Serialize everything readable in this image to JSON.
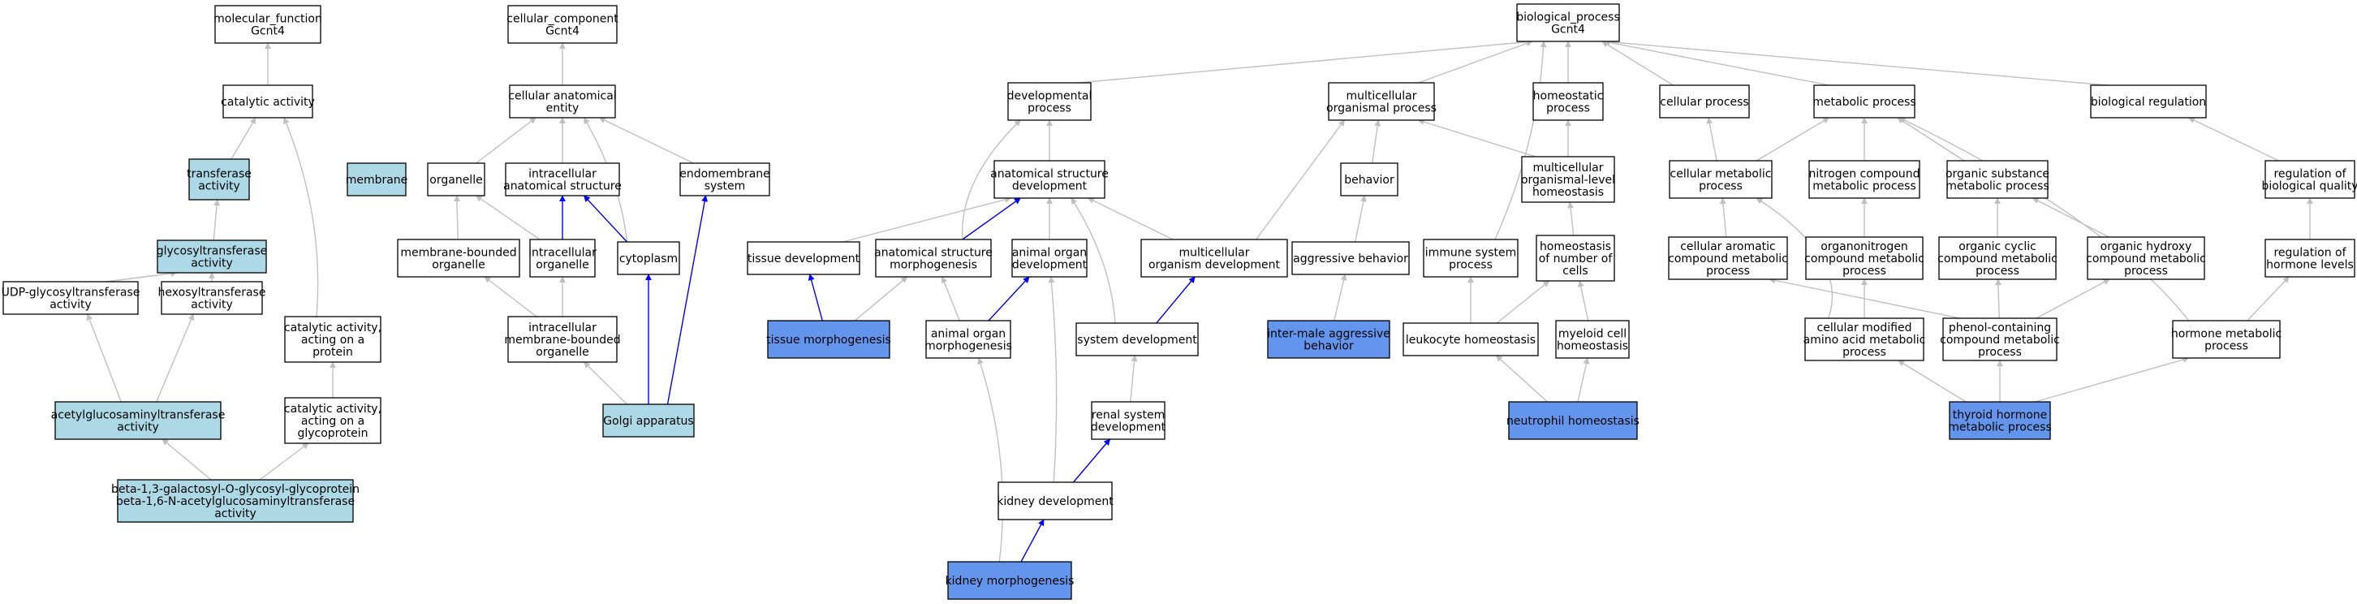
{
  "colors": {
    "plain": "#ffffff",
    "light": "#add8e6",
    "dark": "#6495ed",
    "edge_gray": "#c0c0c0",
    "edge_blue": "#0000ff"
  },
  "nodes": [
    {
      "id": "mf",
      "label": [
        "molecular_function",
        "Gcnt4"
      ],
      "fill": "plain"
    },
    {
      "id": "catact",
      "label": [
        "catalytic activity"
      ],
      "fill": "plain"
    },
    {
      "id": "transf",
      "label": [
        "transferase",
        "activity"
      ],
      "fill": "light"
    },
    {
      "id": "glyco",
      "label": [
        "glycosyltransferase",
        "activity"
      ],
      "fill": "light"
    },
    {
      "id": "udp",
      "label": [
        "UDP-glycosyltransferase",
        "activity"
      ],
      "fill": "plain"
    },
    {
      "id": "hexo",
      "label": [
        "hexosyltransferase",
        "activity"
      ],
      "fill": "plain"
    },
    {
      "id": "acetyl",
      "label": [
        "acetylglucosaminyltransferase",
        "activity"
      ],
      "fill": "light"
    },
    {
      "id": "catprot",
      "label": [
        "catalytic activity,",
        "acting on a",
        "protein"
      ],
      "fill": "plain"
    },
    {
      "id": "catglyco",
      "label": [
        "catalytic activity,",
        "acting on a",
        "glycoprotein"
      ],
      "fill": "plain"
    },
    {
      "id": "beta",
      "label": [
        "beta-1,3-galactosyl-O-glycosyl-glycoprotein",
        "beta-1,6-N-acetylglucosaminyltransferase",
        "activity"
      ],
      "fill": "light"
    },
    {
      "id": "cc",
      "label": [
        "cellular_component",
        "Gcnt4"
      ],
      "fill": "plain"
    },
    {
      "id": "cae",
      "label": [
        "cellular anatomical",
        "entity"
      ],
      "fill": "plain"
    },
    {
      "id": "membrane",
      "label": [
        "membrane"
      ],
      "fill": "light"
    },
    {
      "id": "organelle",
      "label": [
        "organelle"
      ],
      "fill": "plain"
    },
    {
      "id": "ias",
      "label": [
        "intracellular",
        "anatomical structure"
      ],
      "fill": "plain"
    },
    {
      "id": "endomem",
      "label": [
        "endomembrane",
        "system"
      ],
      "fill": "plain"
    },
    {
      "id": "mbo",
      "label": [
        "membrane-bounded",
        "organelle"
      ],
      "fill": "plain"
    },
    {
      "id": "io",
      "label": [
        "intracellular",
        "organelle"
      ],
      "fill": "plain"
    },
    {
      "id": "cyto",
      "label": [
        "cytoplasm"
      ],
      "fill": "plain"
    },
    {
      "id": "imbo",
      "label": [
        "intracellular",
        "membrane-bounded",
        "organelle"
      ],
      "fill": "plain"
    },
    {
      "id": "golgi",
      "label": [
        "Golgi apparatus"
      ],
      "fill": "light"
    },
    {
      "id": "bp",
      "label": [
        "biological_process",
        "Gcnt4"
      ],
      "fill": "plain"
    },
    {
      "id": "devproc",
      "label": [
        "developmental",
        "process"
      ],
      "fill": "plain"
    },
    {
      "id": "mop",
      "label": [
        "multicellular",
        "organismal process"
      ],
      "fill": "plain"
    },
    {
      "id": "homeo",
      "label": [
        "homeostatic",
        "process"
      ],
      "fill": "plain"
    },
    {
      "id": "cellproc",
      "label": [
        "cellular process"
      ],
      "fill": "plain"
    },
    {
      "id": "metab",
      "label": [
        "metabolic process"
      ],
      "fill": "plain"
    },
    {
      "id": "bioreg",
      "label": [
        "biological regulation"
      ],
      "fill": "plain"
    },
    {
      "id": "asd",
      "label": [
        "anatomical structure",
        "development"
      ],
      "fill": "plain"
    },
    {
      "id": "behavior",
      "label": [
        "behavior"
      ],
      "fill": "plain"
    },
    {
      "id": "molh",
      "label": [
        "multicellular",
        "organismal-level",
        "homeostasis"
      ],
      "fill": "plain"
    },
    {
      "id": "cmp",
      "label": [
        "cellular metabolic",
        "process"
      ],
      "fill": "plain"
    },
    {
      "id": "ncmp",
      "label": [
        "nitrogen compound",
        "metabolic process"
      ],
      "fill": "plain"
    },
    {
      "id": "osmp",
      "label": [
        "organic substance",
        "metabolic process"
      ],
      "fill": "plain"
    },
    {
      "id": "rbq",
      "label": [
        "regulation of",
        "biological quality"
      ],
      "fill": "plain"
    },
    {
      "id": "tissdev",
      "label": [
        "tissue development"
      ],
      "fill": "plain"
    },
    {
      "id": "asm",
      "label": [
        "anatomical structure",
        "morphogenesis"
      ],
      "fill": "plain"
    },
    {
      "id": "aod",
      "label": [
        "animal organ",
        "development"
      ],
      "fill": "plain"
    },
    {
      "id": "mod",
      "label": [
        "multicellular",
        "organism development"
      ],
      "fill": "plain"
    },
    {
      "id": "aggr",
      "label": [
        "aggressive behavior"
      ],
      "fill": "plain"
    },
    {
      "id": "immune",
      "label": [
        "immune system",
        "process"
      ],
      "fill": "plain"
    },
    {
      "id": "hnoc",
      "label": [
        "homeostasis",
        "of number of",
        "cells"
      ],
      "fill": "plain"
    },
    {
      "id": "cacmp",
      "label": [
        "cellular aromatic",
        "compound metabolic",
        "process"
      ],
      "fill": "plain"
    },
    {
      "id": "oncmp",
      "label": [
        "organonitrogen",
        "compound metabolic",
        "process"
      ],
      "fill": "plain"
    },
    {
      "id": "occmp",
      "label": [
        "organic cyclic",
        "compound metabolic",
        "process"
      ],
      "fill": "plain"
    },
    {
      "id": "ohcmp",
      "label": [
        "organic hydroxy",
        "compound metabolic",
        "process"
      ],
      "fill": "plain"
    },
    {
      "id": "rhl",
      "label": [
        "regulation of",
        "hormone levels"
      ],
      "fill": "plain"
    },
    {
      "id": "tissmorph",
      "label": [
        "tissue morphogenesis"
      ],
      "fill": "dark"
    },
    {
      "id": "aom",
      "label": [
        "animal organ",
        "morphogenesis"
      ],
      "fill": "plain"
    },
    {
      "id": "sysdev",
      "label": [
        "system development"
      ],
      "fill": "plain"
    },
    {
      "id": "ima",
      "label": [
        "inter-male aggressive",
        "behavior"
      ],
      "fill": "dark"
    },
    {
      "id": "leuk",
      "label": [
        "leukocyte homeostasis"
      ],
      "fill": "plain"
    },
    {
      "id": "myeloid",
      "label": [
        "myeloid cell",
        "homeostasis"
      ],
      "fill": "plain"
    },
    {
      "id": "cmaamp",
      "label": [
        "cellular modified",
        "amino acid metabolic",
        "process"
      ],
      "fill": "plain"
    },
    {
      "id": "pccmp",
      "label": [
        "phenol-containing",
        "compound metabolic",
        "process"
      ],
      "fill": "plain"
    },
    {
      "id": "hmp",
      "label": [
        "hormone metabolic",
        "process"
      ],
      "fill": "plain"
    },
    {
      "id": "renal",
      "label": [
        "renal system",
        "development"
      ],
      "fill": "plain"
    },
    {
      "id": "neutro",
      "label": [
        "neutrophil homeostasis"
      ],
      "fill": "dark"
    },
    {
      "id": "thyroid",
      "label": [
        "thyroid hormone",
        "metabolic process"
      ],
      "fill": "dark"
    },
    {
      "id": "kidneydev",
      "label": [
        "kidney development"
      ],
      "fill": "plain"
    },
    {
      "id": "kidneymorph",
      "label": [
        "kidney morphogenesis"
      ],
      "fill": "dark"
    }
  ],
  "edges": [
    [
      "catact",
      "mf",
      "gray"
    ],
    [
      "transf",
      "catact",
      "gray"
    ],
    [
      "glyco",
      "transf",
      "gray"
    ],
    [
      "udp",
      "glyco",
      "gray"
    ],
    [
      "hexo",
      "glyco",
      "gray"
    ],
    [
      "acetyl",
      "udp",
      "gray"
    ],
    [
      "acetyl",
      "hexo",
      "gray"
    ],
    [
      "catprot",
      "catact",
      "gray"
    ],
    [
      "catglyco",
      "catprot",
      "gray"
    ],
    [
      "beta",
      "acetyl",
      "gray"
    ],
    [
      "beta",
      "catglyco",
      "gray"
    ],
    [
      "cae",
      "cc",
      "gray"
    ],
    [
      "organelle",
      "cae",
      "gray"
    ],
    [
      "ias",
      "cae",
      "gray"
    ],
    [
      "endomem",
      "cae",
      "gray"
    ],
    [
      "cyto",
      "cae",
      "gray"
    ],
    [
      "mbo",
      "organelle",
      "gray"
    ],
    [
      "io",
      "organelle",
      "gray"
    ],
    [
      "io",
      "ias",
      "blue"
    ],
    [
      "cyto",
      "ias",
      "blue"
    ],
    [
      "imbo",
      "mbo",
      "gray"
    ],
    [
      "imbo",
      "io",
      "gray"
    ],
    [
      "golgi",
      "imbo",
      "gray"
    ],
    [
      "golgi",
      "cyto",
      "blue"
    ],
    [
      "golgi",
      "endomem",
      "blue"
    ],
    [
      "devproc",
      "bp",
      "gray"
    ],
    [
      "mop",
      "bp",
      "gray"
    ],
    [
      "homeo",
      "bp",
      "gray"
    ],
    [
      "cellproc",
      "bp",
      "gray"
    ],
    [
      "metab",
      "bp",
      "gray"
    ],
    [
      "bioreg",
      "bp",
      "gray"
    ],
    [
      "immune",
      "bp",
      "gray"
    ],
    [
      "asd",
      "devproc",
      "gray"
    ],
    [
      "behavior",
      "mop",
      "gray"
    ],
    [
      "molh",
      "mop",
      "gray"
    ],
    [
      "molh",
      "homeo",
      "gray"
    ],
    [
      "cmp",
      "cellproc",
      "gray"
    ],
    [
      "cmp",
      "metab",
      "gray"
    ],
    [
      "ncmp",
      "metab",
      "gray"
    ],
    [
      "osmp",
      "metab",
      "gray"
    ],
    [
      "hmp",
      "metab",
      "gray"
    ],
    [
      "rbq",
      "bioreg",
      "gray"
    ],
    [
      "tissdev",
      "asd",
      "gray"
    ],
    [
      "asm",
      "asd",
      "blue"
    ],
    [
      "asm",
      "devproc",
      "gray"
    ],
    [
      "aod",
      "asd",
      "gray"
    ],
    [
      "mod",
      "asd",
      "gray"
    ],
    [
      "mod",
      "mop",
      "gray"
    ],
    [
      "sysdev",
      "asd",
      "gray"
    ],
    [
      "sysdev",
      "mod",
      "blue"
    ],
    [
      "aggr",
      "behavior",
      "gray"
    ],
    [
      "ima",
      "aggr",
      "gray"
    ],
    [
      "hnoc",
      "molh",
      "gray"
    ],
    [
      "leuk",
      "immune",
      "gray"
    ],
    [
      "leuk",
      "hnoc",
      "gray"
    ],
    [
      "myeloid",
      "hnoc",
      "gray"
    ],
    [
      "neutro",
      "leuk",
      "gray"
    ],
    [
      "neutro",
      "myeloid",
      "gray"
    ],
    [
      "cacmp",
      "cmp",
      "gray"
    ],
    [
      "oncmp",
      "ncmp",
      "gray"
    ],
    [
      "occmp",
      "osmp",
      "gray"
    ],
    [
      "ohcmp",
      "osmp",
      "gray"
    ],
    [
      "cmaamp",
      "cmp",
      "gray"
    ],
    [
      "cmaamp",
      "oncmp",
      "gray"
    ],
    [
      "pccmp",
      "cacmp",
      "gray"
    ],
    [
      "pccmp",
      "occmp",
      "gray"
    ],
    [
      "pccmp",
      "ohcmp",
      "gray"
    ],
    [
      "rhl",
      "rbq",
      "gray"
    ],
    [
      "hmp",
      "rhl",
      "gray"
    ],
    [
      "thyroid",
      "cmaamp",
      "gray"
    ],
    [
      "thyroid",
      "pccmp",
      "gray"
    ],
    [
      "thyroid",
      "hmp",
      "gray"
    ],
    [
      "tissmorph",
      "tissdev",
      "blue"
    ],
    [
      "tissmorph",
      "asm",
      "gray"
    ],
    [
      "aom",
      "asm",
      "gray"
    ],
    [
      "aom",
      "aod",
      "blue"
    ],
    [
      "renal",
      "sysdev",
      "gray"
    ],
    [
      "kidneydev",
      "renal",
      "blue"
    ],
    [
      "kidneydev",
      "aod",
      "gray"
    ],
    [
      "kidneymorph",
      "kidneydev",
      "blue"
    ],
    [
      "kidneymorph",
      "aom",
      "gray"
    ]
  ]
}
